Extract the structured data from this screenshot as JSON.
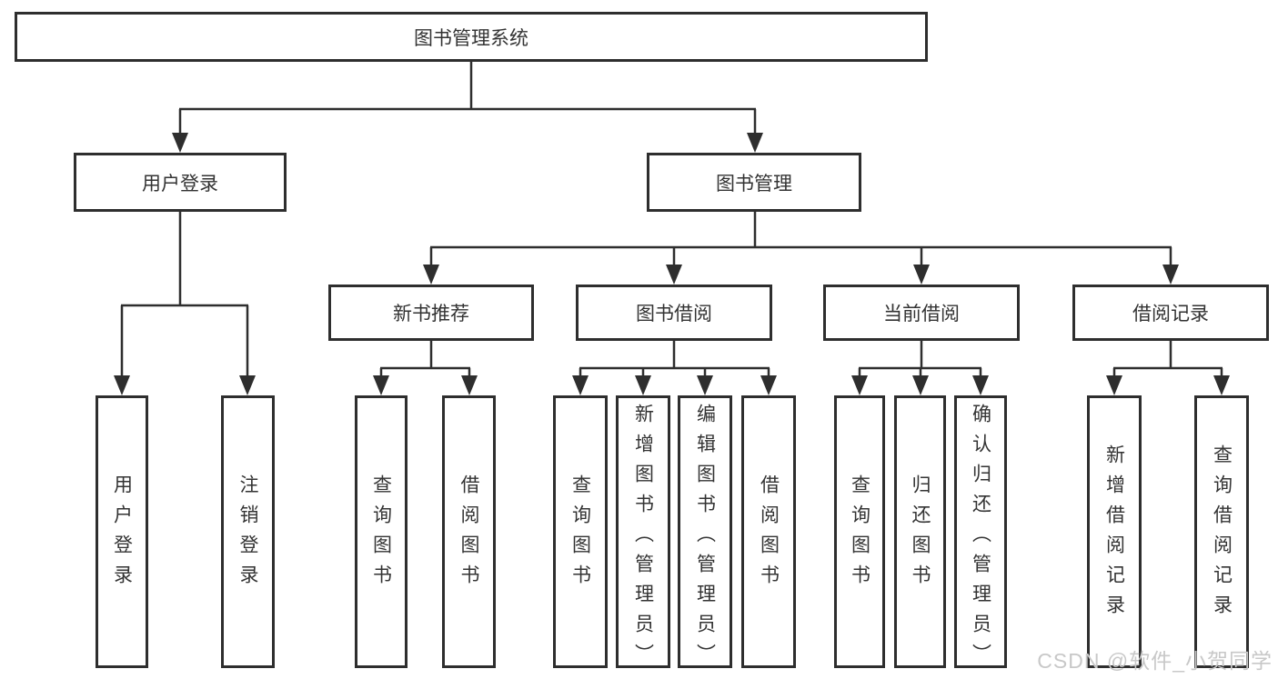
{
  "tree": {
    "root": {
      "label": "图书管理系统"
    },
    "children": [
      {
        "label": "用户登录",
        "children": [
          {
            "label": "用户登录"
          },
          {
            "label": "注销登录"
          }
        ]
      },
      {
        "label": "图书管理",
        "children": [
          {
            "label": "新书推荐",
            "children": [
              {
                "label": "查询图书"
              },
              {
                "label": "借阅图书"
              }
            ]
          },
          {
            "label": "图书借阅",
            "children": [
              {
                "label": "查询图书"
              },
              {
                "label": "新增图书（管理员）"
              },
              {
                "label": "编辑图书（管理员）"
              },
              {
                "label": "借阅图书"
              }
            ]
          },
          {
            "label": "当前借阅",
            "children": [
              {
                "label": "查询图书"
              },
              {
                "label": "归还图书"
              },
              {
                "label": "确认归还（管理员）"
              }
            ]
          },
          {
            "label": "借阅记录",
            "children": [
              {
                "label": "新增借阅记录"
              },
              {
                "label": "查询借阅记录"
              }
            ]
          }
        ]
      }
    ]
  },
  "watermark": {
    "text": "CSDN @软件_小贺同学"
  },
  "colors": {
    "line": "#2e2e2e",
    "text": "#333333",
    "watermark": "#c8c8c8",
    "background": "#ffffff"
  }
}
